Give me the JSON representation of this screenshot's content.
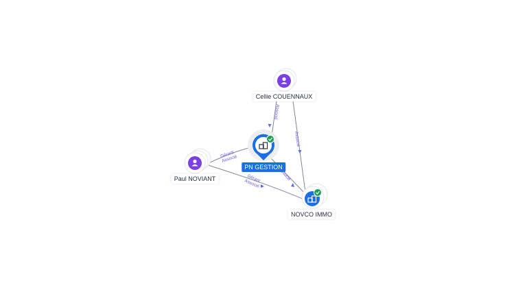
{
  "nodes": {
    "cellie": {
      "label": "Cellie COUENNAUX",
      "kind": "person"
    },
    "paul": {
      "label": "Paul NOVIANT",
      "kind": "person"
    },
    "pn": {
      "label": "PN GESTION",
      "kind": "company",
      "verified": true,
      "focus": true
    },
    "novco": {
      "label": "NOVCO IMMO",
      "kind": "company",
      "verified": true
    }
  },
  "edges": {
    "paul_pn": [
      "Gérant",
      "Associé"
    ],
    "paul_novco": [
      "Gérant",
      "Associé"
    ],
    "cellie_pn": [
      "Associé"
    ],
    "cellie_novco": [
      "Associé"
    ],
    "pn_novco": [
      "Associé"
    ]
  },
  "colors": {
    "person": "#7b3fe4",
    "company": "#1a6fe3",
    "verified": "#1f9d55",
    "edge": "#7f879a",
    "edge_label": "#6f5ce0"
  },
  "icons": {
    "person": "person-icon",
    "company": "building-icon",
    "verified": "check-icon"
  }
}
